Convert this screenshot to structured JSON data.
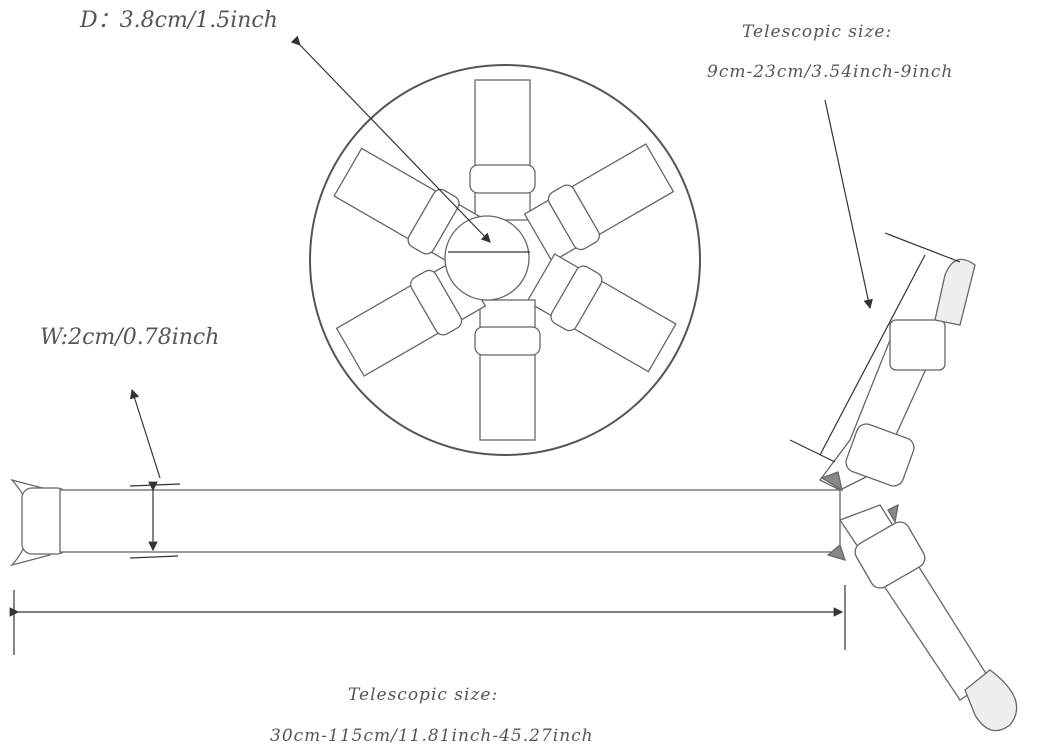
{
  "labels": {
    "diameter": "D：3.8cm/1.5inch",
    "short_telescopic_title": "Telescopic size:",
    "short_telescopic_range": "9cm-23cm/3.54inch-9inch",
    "width": "W:2cm/0.78inch",
    "long_telescopic_title": "Telescopic size:",
    "long_telescopic_range": "30cm-115cm/11.81inch-45.27inch"
  },
  "colors": {
    "line": "#444444",
    "strap": "#ffffff",
    "label": "#555555"
  }
}
